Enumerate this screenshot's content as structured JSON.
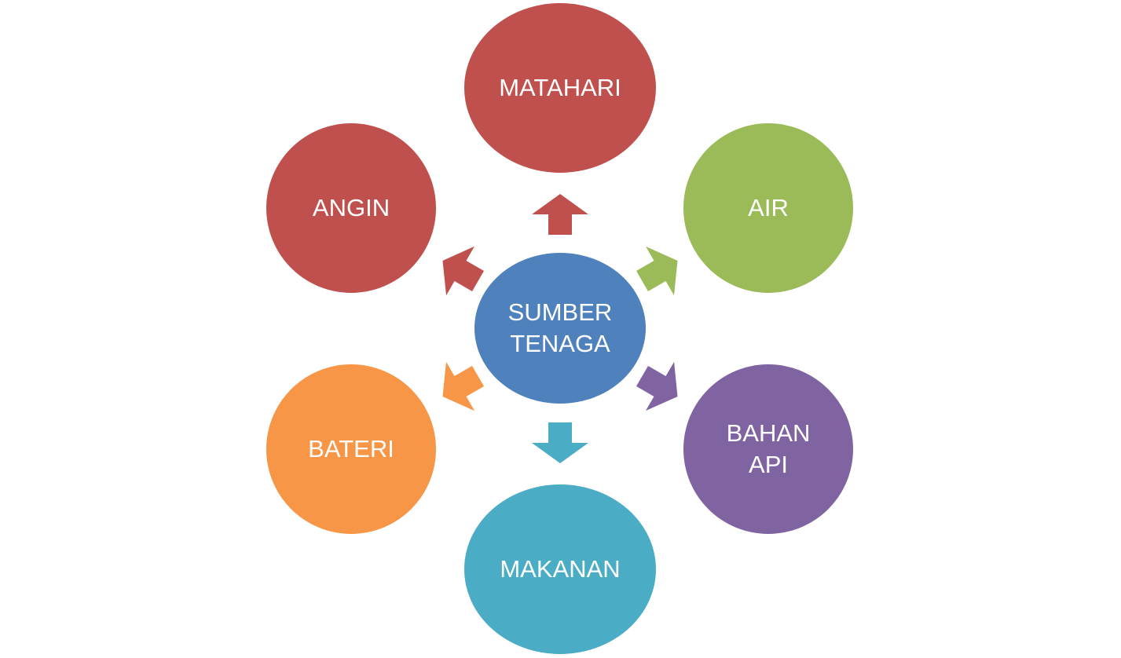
{
  "center": {
    "lines": [
      "SUMBER",
      "TENAGA"
    ],
    "color": "#4F81BD"
  },
  "nodes": [
    {
      "id": "matahari",
      "lines": [
        "MATAHARI"
      ],
      "color": "#C0504D"
    },
    {
      "id": "air",
      "lines": [
        "AIR"
      ],
      "color": "#9BBB59"
    },
    {
      "id": "bahan-api",
      "lines": [
        "BAHAN",
        "API"
      ],
      "color": "#8064A2"
    },
    {
      "id": "makanan",
      "lines": [
        "MAKANAN"
      ],
      "color": "#4BACC6"
    },
    {
      "id": "bateri",
      "lines": [
        "BATERI"
      ],
      "color": "#F79646"
    },
    {
      "id": "angin",
      "lines": [
        "ANGIN"
      ],
      "color": "#C0504D"
    }
  ]
}
